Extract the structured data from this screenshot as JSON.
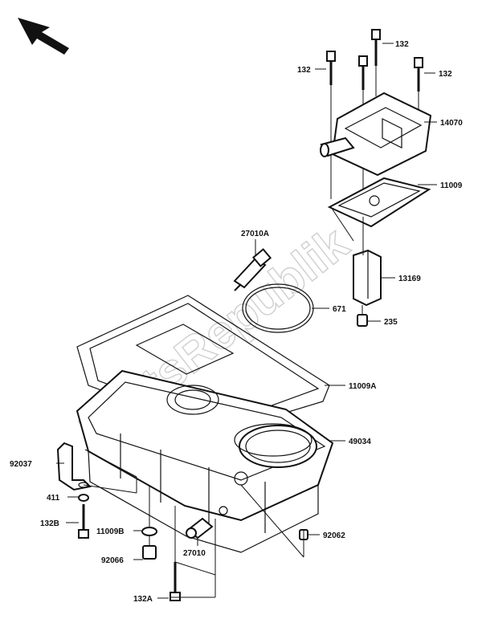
{
  "watermark": "PartsRepublik",
  "callouts": [
    {
      "id": "c-132-top",
      "label": "132"
    },
    {
      "id": "c-132-left",
      "label": "132"
    },
    {
      "id": "c-132-right",
      "label": "132"
    },
    {
      "id": "c-14070",
      "label": "14070"
    },
    {
      "id": "c-11009",
      "label": "11009"
    },
    {
      "id": "c-27010a",
      "label": "27010A"
    },
    {
      "id": "c-671",
      "label": "671"
    },
    {
      "id": "c-13169",
      "label": "13169"
    },
    {
      "id": "c-235",
      "label": "235"
    },
    {
      "id": "c-11009a",
      "label": "11009A"
    },
    {
      "id": "c-49034",
      "label": "49034"
    },
    {
      "id": "c-92037",
      "label": "92037"
    },
    {
      "id": "c-411",
      "label": "411"
    },
    {
      "id": "c-132b",
      "label": "132B"
    },
    {
      "id": "c-11009b",
      "label": "11009B"
    },
    {
      "id": "c-27010",
      "label": "27010"
    },
    {
      "id": "c-92062",
      "label": "92062"
    },
    {
      "id": "c-92066",
      "label": "92066"
    },
    {
      "id": "c-132a",
      "label": "132A"
    }
  ]
}
